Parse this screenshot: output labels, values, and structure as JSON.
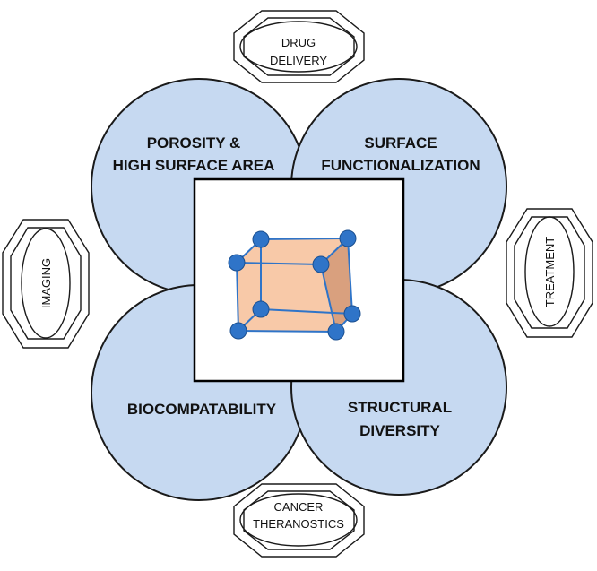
{
  "colors": {
    "petal_fill": "#c6d9f1",
    "outline": "#1a1a1a",
    "cube_fill": "#f8c9a8",
    "cube_side": "#d9a07e",
    "atom": "#2f74c8",
    "bond": "#2f74c8"
  },
  "center": {
    "icon": "cube-lattice-icon"
  },
  "petals": {
    "top_left": {
      "line1": "POROSITY &",
      "line2": "HIGH SURFACE AREA"
    },
    "top_right": {
      "line1": "SURFACE",
      "line2": "FUNCTIONALIZATION"
    },
    "bottom_left": {
      "line1": "BIOCOMPATABILITY"
    },
    "bottom_right": {
      "line1": "STRUCTURAL",
      "line2": "DIVERSITY"
    }
  },
  "badges": {
    "top": {
      "line1": "DRUG",
      "line2": "DELIVERY"
    },
    "left": {
      "line1": "IMAGING"
    },
    "right": {
      "line1": "TREATMENT"
    },
    "bottom": {
      "line1": "CANCER",
      "line2": "THERANOSTICS"
    }
  }
}
